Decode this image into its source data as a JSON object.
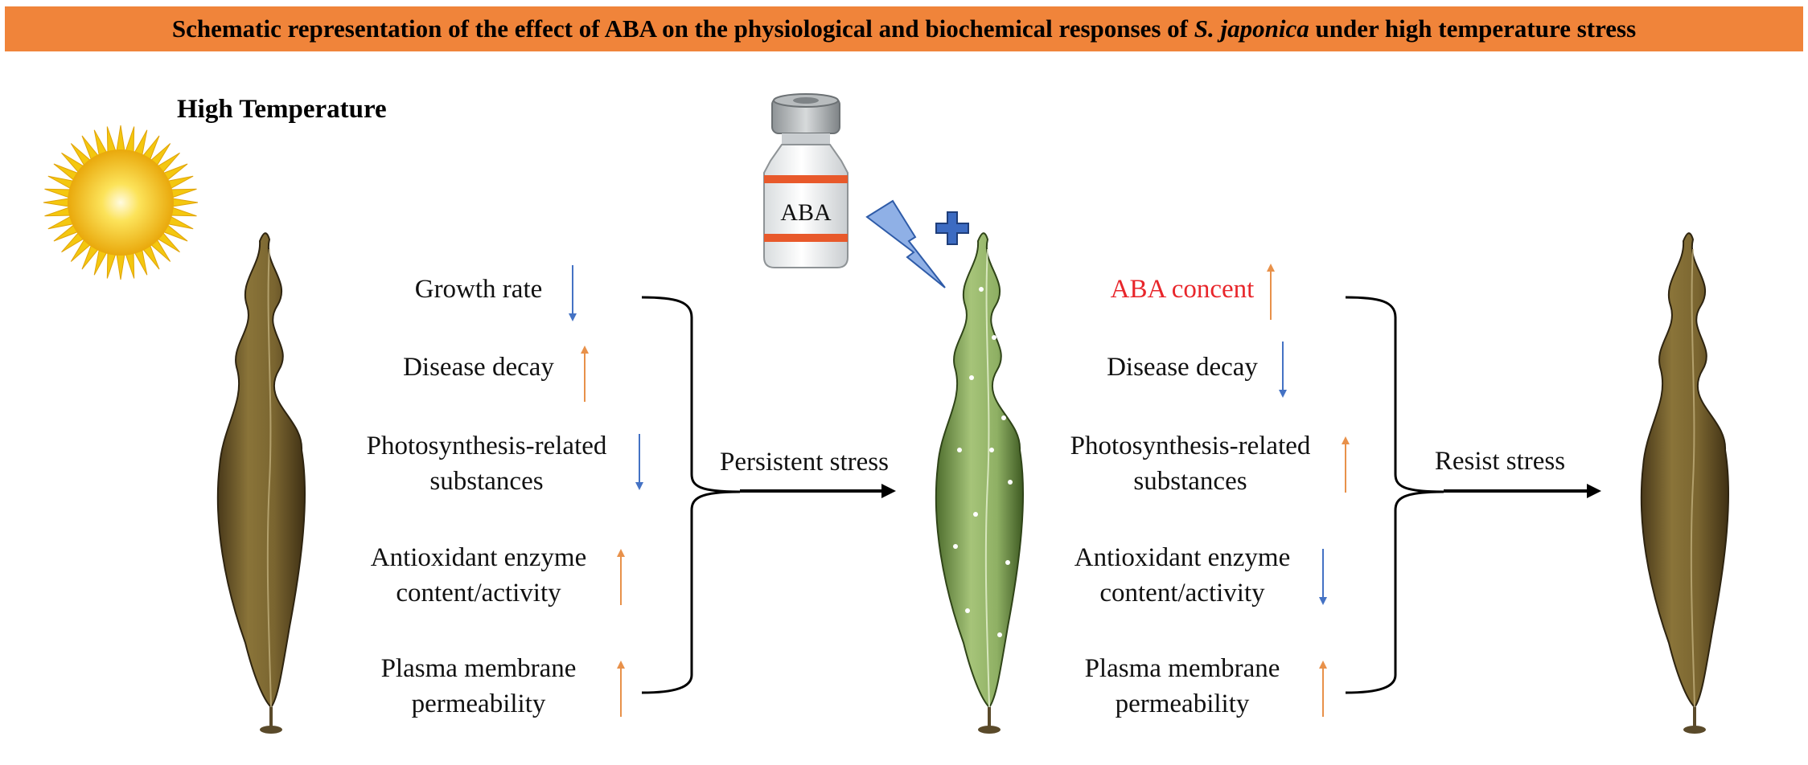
{
  "title": {
    "prefix": "Schematic representation of the effect of ABA on the physiological and biochemical responses of ",
    "species": "S. japonica",
    "suffix": " under high temperature stress"
  },
  "header_label": "High Temperature",
  "vial_label": "ABA",
  "left_responses": [
    {
      "line1": "Growth rate",
      "line2": "",
      "direction": "down"
    },
    {
      "line1": "Disease decay",
      "line2": "",
      "direction": "up"
    },
    {
      "line1": "Photosynthesis-related",
      "line2": "substances",
      "direction": "down"
    },
    {
      "line1": "Antioxidant enzyme",
      "line2": "content/activity",
      "direction": "up"
    },
    {
      "line1": "Plasma membrane",
      "line2": "permeability",
      "direction": "up"
    }
  ],
  "right_responses": [
    {
      "line1": "ABA concent",
      "line2": "",
      "direction": "up"
    },
    {
      "line1": "Disease decay",
      "line2": "",
      "direction": "down"
    },
    {
      "line1": "Photosynthesis-related",
      "line2": "substances",
      "direction": "up"
    },
    {
      "line1": "Antioxidant enzyme",
      "line2": "content/activity",
      "direction": "down"
    },
    {
      "line1": "Plasma membrane",
      "line2": "permeability",
      "direction": "up"
    }
  ],
  "arrow_labels": {
    "left": "Persistent stress",
    "right": "Resist stress"
  },
  "colors": {
    "banner": "#F0843A",
    "up_arrow": "#E8914A",
    "down_arrow": "#4472C4",
    "highlight_text": "#E8262B",
    "healthy_kelp": "#7DA05A",
    "stressed_kelp": "#6B5A2C",
    "sun": "#F4C70F",
    "lightning": "#8FB0E6"
  }
}
